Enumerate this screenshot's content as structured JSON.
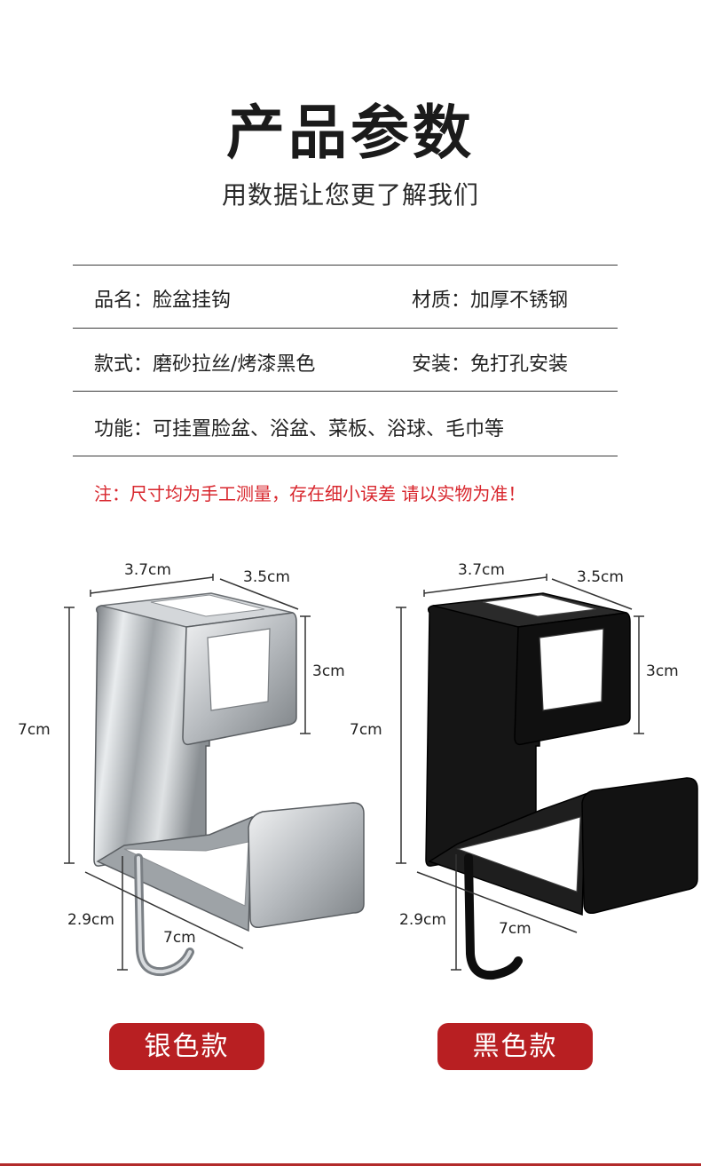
{
  "header": {
    "title": "产品参数",
    "subtitle": "用数据让您更了解我们"
  },
  "specs": {
    "name": "品名：脸盆挂钩",
    "material": "材质：加厚不锈钢",
    "style": "款式：磨砂拉丝/烤漆黑色",
    "install": "安装：免打孔安装",
    "function": "功能：可挂置脸盆、浴盆、菜板、浴球、毛巾等"
  },
  "note": "注：尺寸均为手工测量，存在细小误差 请以实物为准！",
  "dimensions": {
    "silver": {
      "top_width": "3.7cm",
      "top_depth": "3.5cm",
      "slot_height": "3cm",
      "total_height": "7cm",
      "hook_height": "2.9cm",
      "bottom_depth": "7cm"
    },
    "black": {
      "top_width": "3.7cm",
      "top_depth": "3.5cm",
      "slot_height": "3cm",
      "total_height": "7cm",
      "hook_height": "2.9cm",
      "bottom_depth": "7cm"
    }
  },
  "variants": {
    "silver_label": "银色款",
    "black_label": "黑色款"
  },
  "colors": {
    "accent": "#b81f22",
    "note_red": "#d8262d",
    "silver": "#bfc3c7",
    "black": "#141414"
  }
}
